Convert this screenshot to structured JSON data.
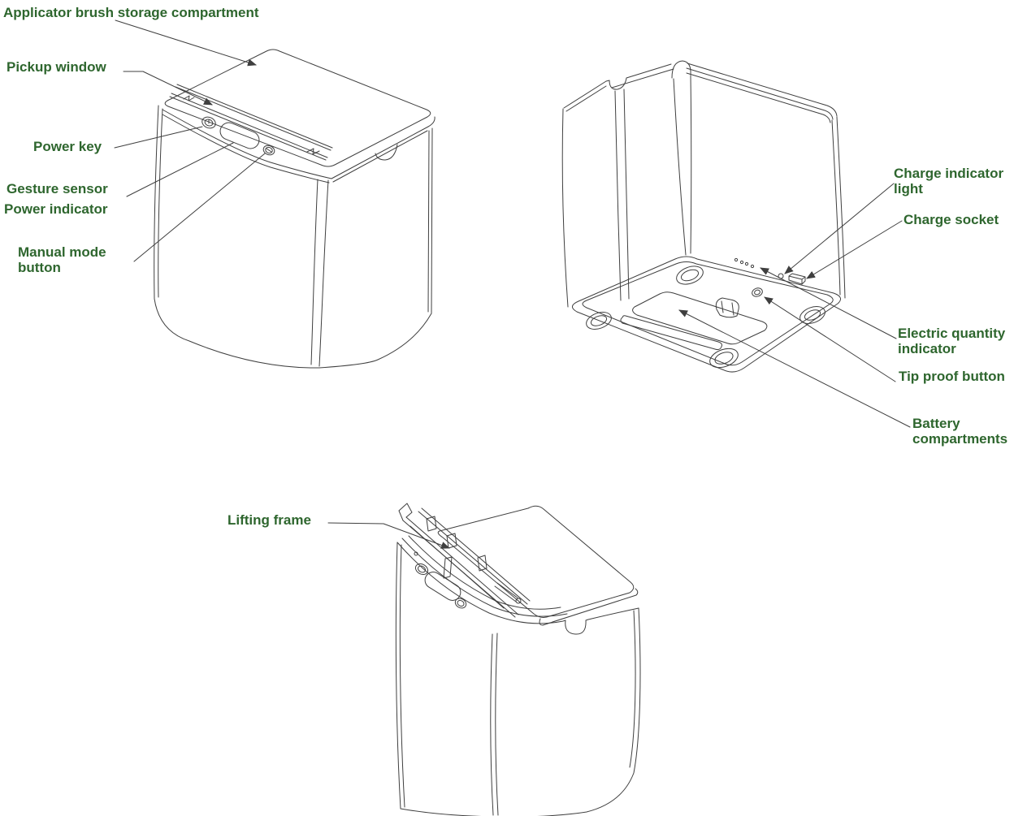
{
  "colors": {
    "background": "#ffffff",
    "line": "#3f3f3f",
    "label": "#2e662e"
  },
  "labels": {
    "applicator": "Applicator brush storage compartment",
    "pickup": "Pickup window",
    "power_key": "Power key",
    "gesture": "Gesture sensor",
    "power_indicator": "Power indicator",
    "manual": "Manual mode button",
    "charge_light": "Charge indicator light",
    "charge_socket": "Charge socket",
    "electric": "Electric quantity indicator",
    "tip_proof": "Tip proof button",
    "battery": "Battery compartments",
    "lifting": "Lifting frame"
  }
}
